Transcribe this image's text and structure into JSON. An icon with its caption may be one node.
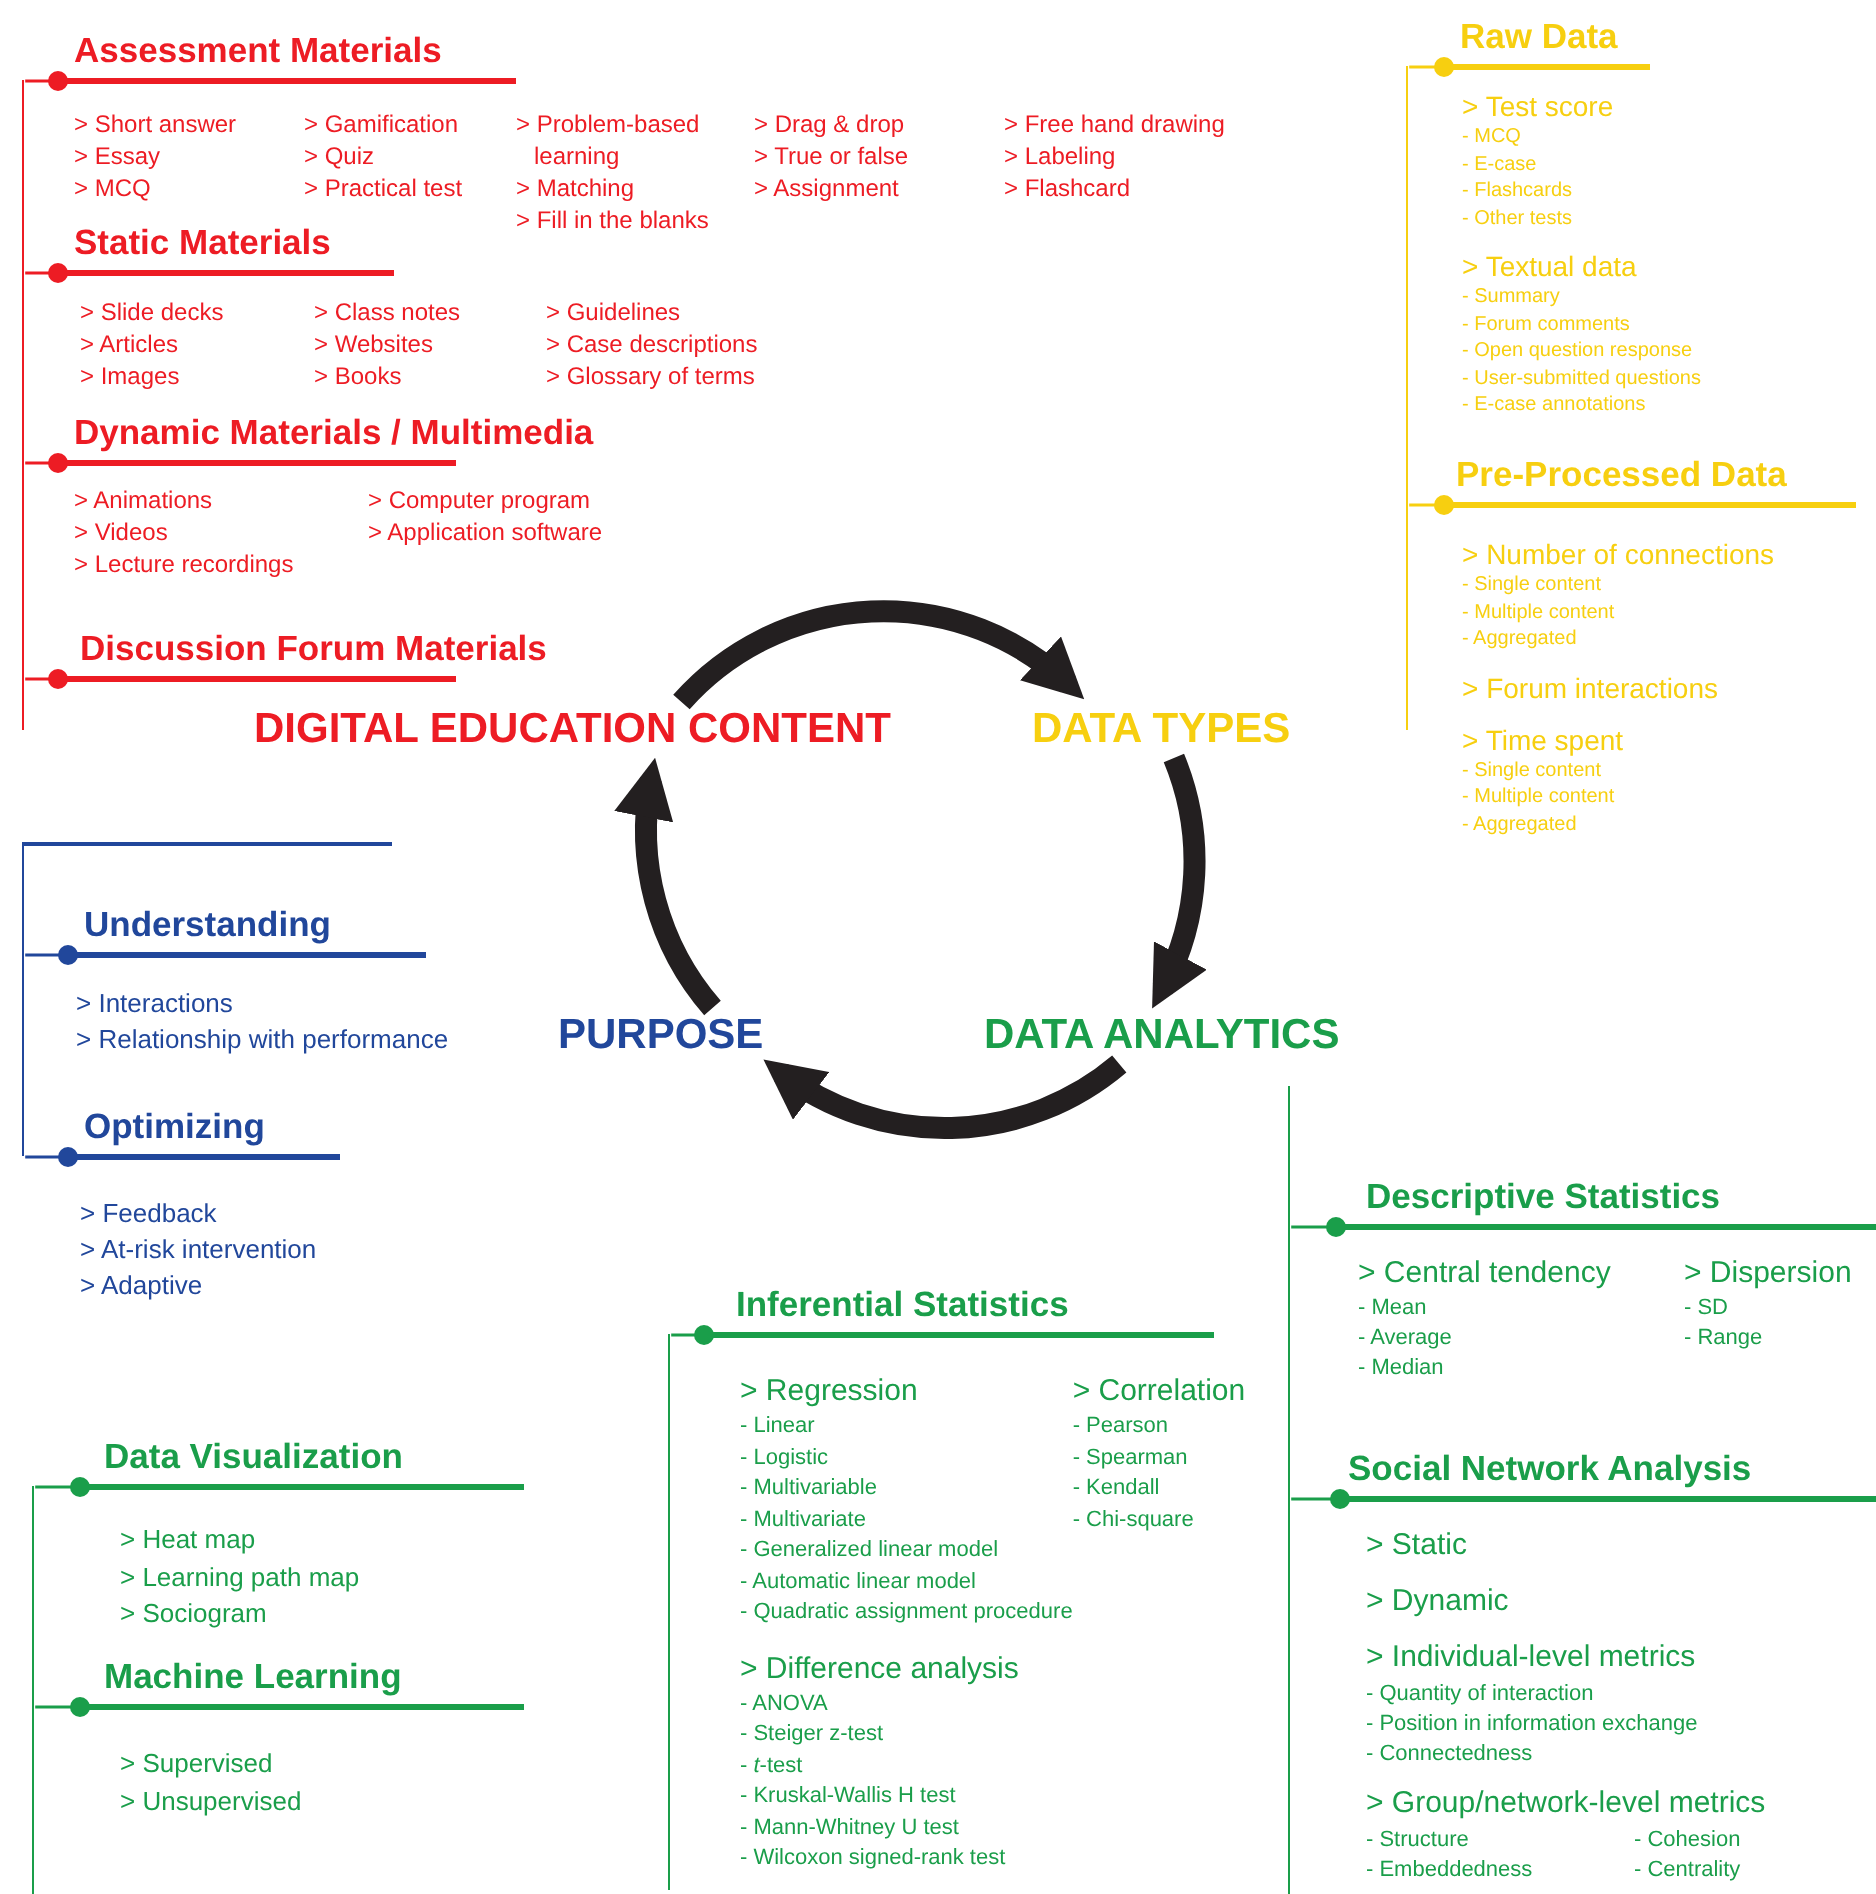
{
  "diagram": {
    "nodes": [
      {
        "text": [
          "DIGITAL EDUCATION CONTENT"
        ]
      },
      {
        "text": [
          "DATA TYPES"
        ]
      },
      {
        "text": [
          "DATA ANALYTICS"
        ]
      },
      {
        "text": [
          "PURPOSE"
        ]
      },
      {
        "text": [
          "Assessment Materials",
          "> Short answer",
          "> Essay",
          "> MCQ",
          "> Gamification",
          "> Quiz",
          "> Practical test",
          "> Problem-based learning",
          "> Matching",
          "> Fill in the blanks",
          "> Drag & drop",
          "> True or false",
          "> Assignment",
          "> Free hand drawing",
          "> Labeling",
          "> Flashcard"
        ]
      },
      {
        "text": [
          "Static Materials",
          "> Slide decks",
          "> Articles",
          "> Images",
          "> Class notes",
          "> Websites",
          "> Books",
          "> Guidelines",
          "> Case descriptions",
          "> Glossary of terms"
        ]
      },
      {
        "text": [
          "Dynamic Materials / Multimedia",
          "> Animations",
          "> Videos",
          "> Lecture recordings",
          "> Computer program",
          "> Application software"
        ]
      },
      {
        "text": [
          "Discussion Forum Materials"
        ]
      },
      {
        "text": [
          "Raw Data",
          "> Test score",
          "- MCQ",
          "- E-case",
          "- Flashcards",
          "- Other tests",
          "> Textual data",
          "- Summary",
          "- Forum comments",
          "- Open question response",
          "- User-submitted questions",
          "- E-case annotations"
        ]
      },
      {
        "text": [
          "Pre-Processed Data",
          "> Number of connections",
          "- Single content",
          "- Multiple content",
          "- Aggregated",
          "> Forum interactions",
          "> Time spent",
          "- Single content",
          "- Multiple content",
          "- Aggregated"
        ]
      },
      {
        "text": [
          "Understanding",
          "> Interactions",
          "> Relationship with performance"
        ]
      },
      {
        "text": [
          "Optimizing",
          "> Feedback",
          "> At-risk intervention",
          "> Adaptive"
        ]
      },
      {
        "text": [
          "Descriptive Statistics",
          "> Central tendency",
          "- Mean",
          "- Average",
          "- Median",
          "> Dispersion",
          "- SD",
          "- Range"
        ]
      },
      {
        "text": [
          "Inferential Statistics",
          "> Regression",
          "- Linear",
          "- Logistic",
          "- Multivariable",
          "- Multivariate",
          "- Generalized linear model",
          "- Automatic linear model",
          "- Quadratic assignment procedure",
          "> Correlation",
          "- Pearson",
          "- Spearman",
          "- Kendall",
          "- Chi-square",
          "> Difference analysis",
          "- ANOVA",
          "- Steiger z-test",
          "- *t*-test",
          "- Kruskal-Wallis H test",
          "- Mann-Whitney U test",
          "- Wilcoxon signed-rank test"
        ]
      },
      {
        "text": [
          "Social Network Analysis",
          "> Static",
          "> Dynamic",
          "> Individual-level metrics",
          "- Quantity of interaction",
          "- Position in information exchange",
          "- Connectedness",
          "> Group/network-level metrics",
          "- Structure",
          "- Embeddedness",
          "- Cohesion",
          "- Centrality"
        ]
      },
      {
        "text": [
          "Data Visualization",
          "> Heat map",
          "> Learning path map",
          "> Sociogram"
        ]
      },
      {
        "text": [
          "Machine Learning",
          "> Supervised",
          "> Unsupervised"
        ]
      },
      {
        "text": [],
        "shape": "bar"
      },
      {
        "text": [],
        "shape": "bar"
      },
      {
        "text": [],
        "shape": "bar"
      },
      {
        "text": [],
        "shape": "bar"
      },
      {
        "text": [],
        "shape": "bar"
      },
      {
        "text": [],
        "shape": "bar"
      }
    ],
    "edges": [
      {
        "from": 0,
        "to": 1,
        "arrow": "to",
        "style": "thick",
        "color": "#231f20"
      },
      {
        "from": 1,
        "to": 2,
        "arrow": "to",
        "style": "thick",
        "color": "#231f20"
      },
      {
        "from": 2,
        "to": 3,
        "arrow": "to",
        "style": "thick",
        "color": "#231f20"
      },
      {
        "from": 3,
        "to": 0,
        "arrow": "to",
        "style": "thick",
        "color": "#231f20"
      },
      {
        "from": 17,
        "to": 4,
        "arrow": "other",
        "color": "#ed1c24"
      },
      {
        "from": 17,
        "to": 5,
        "arrow": "other",
        "color": "#ed1c24"
      },
      {
        "from": 17,
        "to": 6,
        "arrow": "other",
        "color": "#ed1c24"
      },
      {
        "from": 17,
        "to": 7,
        "arrow": "other",
        "color": "#ed1c24"
      },
      {
        "from": 18,
        "to": 8,
        "arrow": "other",
        "color": "#f7cf10"
      },
      {
        "from": 18,
        "to": 9,
        "arrow": "other",
        "color": "#f7cf10"
      },
      {
        "from": 19,
        "to": 10,
        "arrow": "other",
        "color": "#21479b"
      },
      {
        "from": 19,
        "to": 11,
        "arrow": "other",
        "color": "#21479b"
      },
      {
        "from": 20,
        "to": 12,
        "arrow": "other",
        "color": "#1a9e4a"
      },
      {
        "from": 20,
        "to": 14,
        "arrow": "other",
        "color": "#1a9e4a"
      },
      {
        "from": 21,
        "to": 13,
        "arrow": "other",
        "color": "#1a9e4a"
      },
      {
        "from": 22,
        "to": 15,
        "arrow": "other",
        "color": "#1a9e4a"
      },
      {
        "from": 22,
        "to": 16,
        "arrow": "other",
        "color": "#1a9e4a"
      }
    ]
  }
}
